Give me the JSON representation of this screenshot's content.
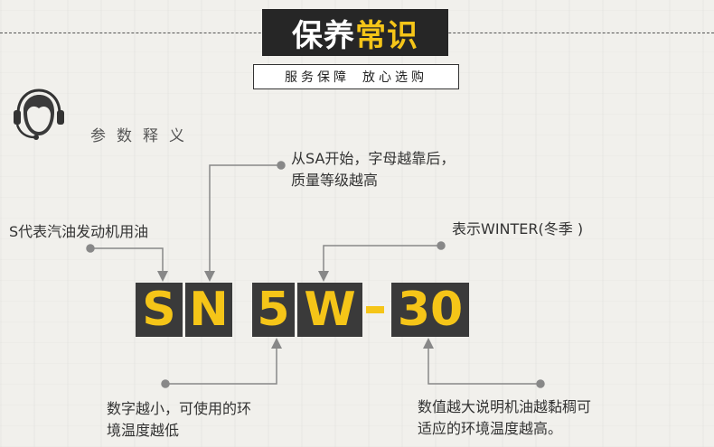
{
  "header": {
    "title_part1": "保养",
    "title_part2": "常识",
    "subtitle_part1": "服务保障",
    "subtitle_part2": "放心选购"
  },
  "section": {
    "label": "参数释义"
  },
  "code": {
    "letters": [
      "S",
      "N",
      "5",
      "W",
      "30"
    ],
    "dash": "-"
  },
  "notes": {
    "top_line1": "从SA开始，字母越靠后，",
    "top_line2": "质量等级越高",
    "left": "S代表汽油发动机用油",
    "right": "表示WINTER(冬季 )",
    "bottom_left_line1": "数字越小，可使用的环",
    "bottom_left_line2": "境温度越低",
    "bottom_right_line1": "数值越大说明机油越黏稠可",
    "bottom_right_line2": "适应的环境温度越高。"
  },
  "colors": {
    "accent": "#f5c518",
    "dark": "#262626",
    "box": "#3a3a3a",
    "line": "#888888"
  },
  "icons": [
    "customer-service-headset-icon"
  ]
}
